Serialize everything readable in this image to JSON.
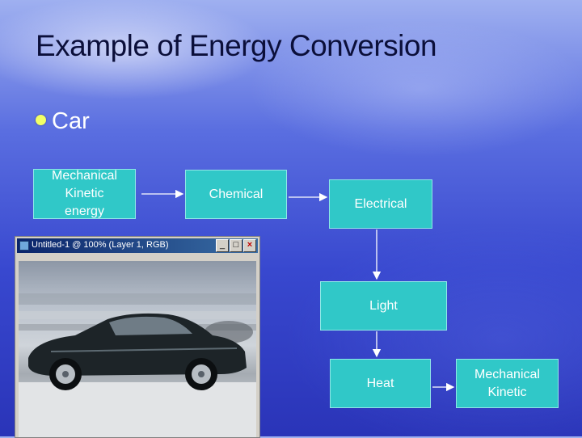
{
  "title": "Example of Energy Conversion",
  "bullet": "Car",
  "boxes": {
    "mech_kinetic_energy": "Mechanical\nKinetic\nenergy",
    "chemical": "Chemical",
    "electrical": "Electrical",
    "light": "Light",
    "heat": "Heat",
    "mech_kinetic": "Mechanical\nKinetic"
  },
  "window": {
    "title": "Untitled-1 @ 100% (Layer 1, RGB)"
  },
  "colors": {
    "box_fill": "#30c8c8",
    "bullet": "#f2ff66",
    "title_text": "#0b0f3a"
  },
  "icons": [
    "car-photo",
    "arrow"
  ]
}
